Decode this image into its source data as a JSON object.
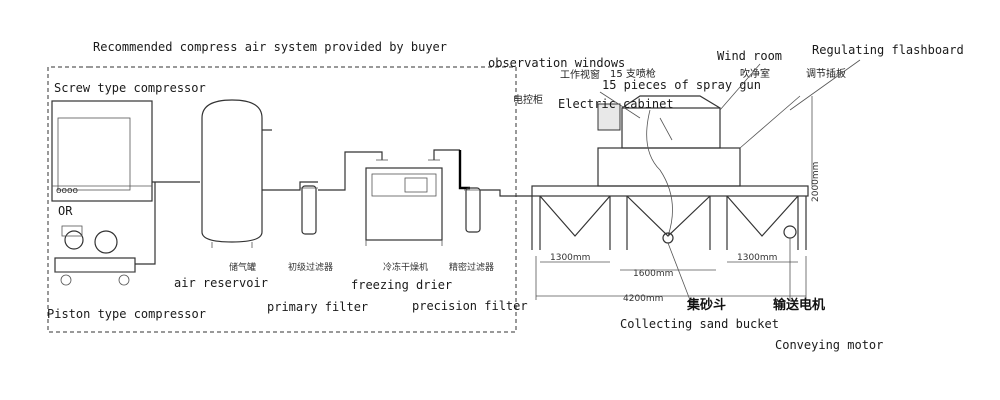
{
  "labels": {
    "system_title": "Recommended compress air system provided by buyer",
    "screw_compressor": "Screw type compressor",
    "or": "OR",
    "piston_compressor": "Piston type compressor",
    "air_reservoir": "air reservoir",
    "primary_filter": "primary filter",
    "freezing_drier": "freezing drier",
    "precision_filter": "precision filter",
    "observation_windows": "observation windows",
    "spray_gun": "15 pieces of spray gun",
    "electric_cabinet": "Electric cabinet",
    "wind_room": "Wind room",
    "regulating_flashboard": "Regulating flashboard",
    "collecting_sand_bucket": "Collecting sand bucket",
    "conveying_motor": "Conveying motor"
  },
  "chinese_labels": {
    "air_reservoir_cn": "储气罐",
    "primary_filter_cn": "初级过滤器",
    "freezing_drier_cn": "冷冻干燥机",
    "precision_filter_cn": "精密过滤器",
    "observation_cn": "工作视窗",
    "spray_gun_cn": "15 支喷枪",
    "electric_cabinet_cn": "电控柜",
    "wind_room_cn": "吹净室",
    "flashboard_cn": "调节插板",
    "sand_bucket_cn": "集砂斗",
    "motor_cn": "输送电机"
  },
  "dimensions": {
    "d1300_left": "1300mm",
    "d1600": "1600mm",
    "d1300_right": "1300mm",
    "d4200": "4200mm",
    "d2000": "2000mm"
  }
}
